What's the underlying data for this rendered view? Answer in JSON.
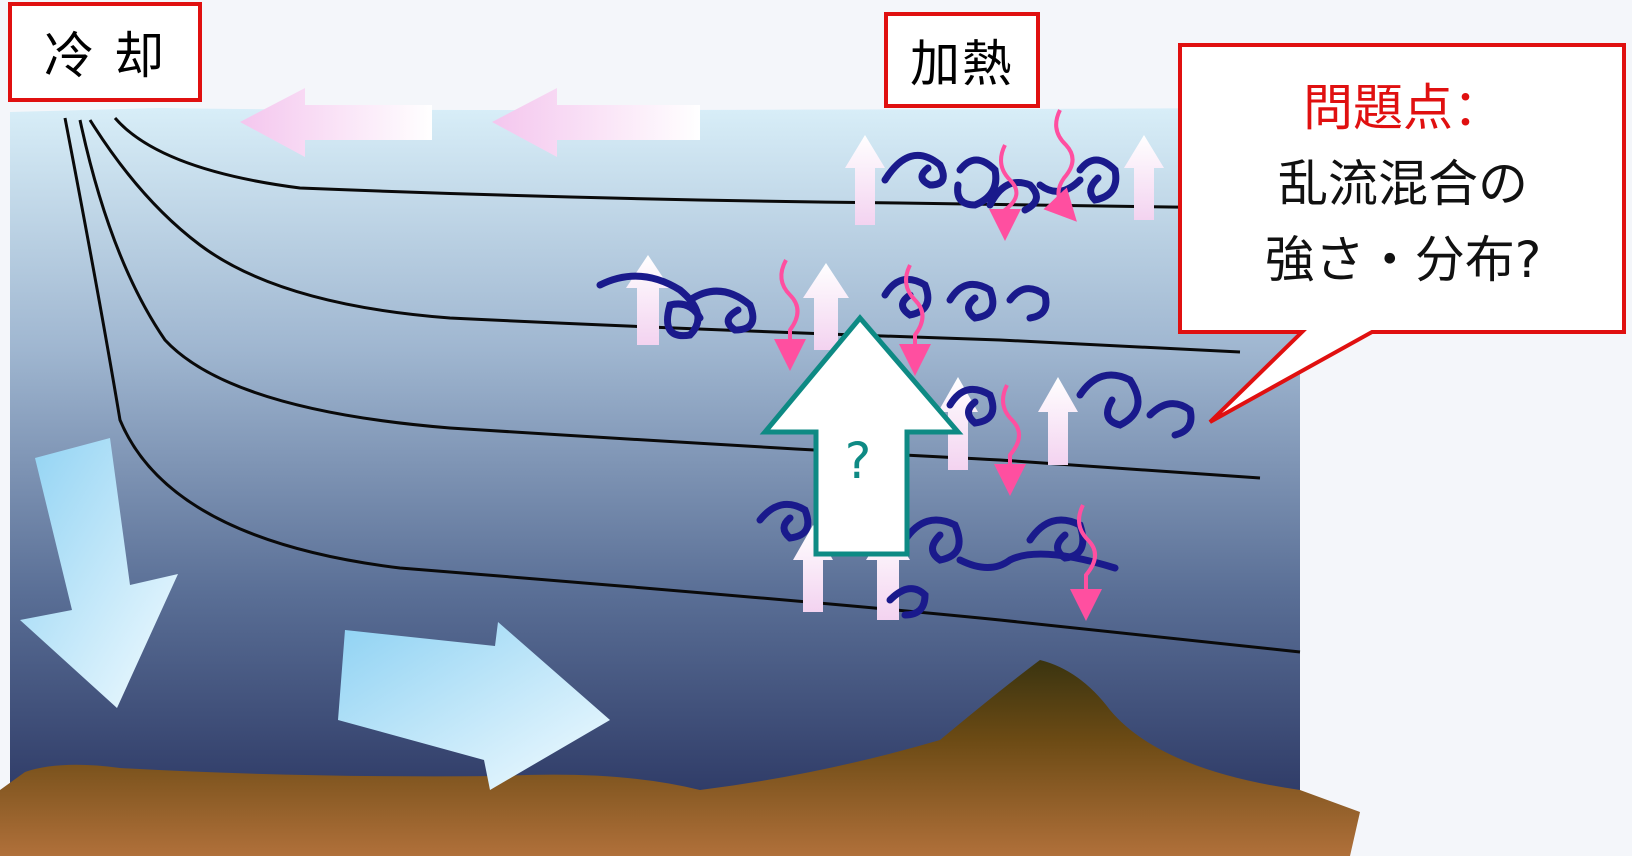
{
  "labels": {
    "cooling": "冷 却",
    "heating": "加熱"
  },
  "callout": {
    "title": "問題点：",
    "line1": "乱流混合の",
    "line2": "強さ・分布?"
  },
  "center_arrow": {
    "label": "?"
  },
  "colors": {
    "frame_red": "#e01010",
    "question_teal": "#0e8a84",
    "eddy_navy": "#1a1a8c",
    "wave_pink": "#ff4fa0",
    "seafloor_brown": "#7a5020"
  },
  "icons": {
    "surface_flow": "pink-left-arrow",
    "sinking": "light-blue-down-arrow",
    "deep_flow": "light-blue-right-arrow",
    "upwelling": "white-up-arrow",
    "mixing": "spiral-eddy",
    "wave": "pink-squiggle-down-arrow"
  }
}
